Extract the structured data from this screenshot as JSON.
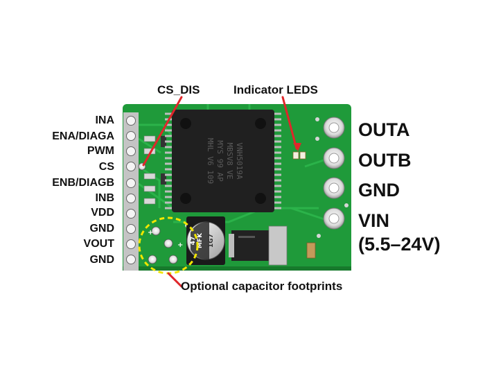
{
  "left_pins": [
    "INA",
    "ENA/DIAGA",
    "PWM",
    "CS",
    "ENB/DIAGB",
    "INB",
    "VDD",
    "GND",
    "VOUT",
    "GND"
  ],
  "right_pins": [
    "OUTA",
    "OUTB",
    "GND",
    "VIN",
    "(5.5–24V)"
  ],
  "callouts": {
    "cs_dis": "CS_DIS",
    "indicator_leds": "Indicator LEDS",
    "optional_caps": "Optional capacitor footprints"
  },
  "chip_text": {
    "driver_line1": "VNH5019A",
    "driver_line2": "MBSV8 VE",
    "driver_line3": "MYS 99 AP",
    "driver_line4": "MHL V6 109",
    "cap_line1": "47",
    "cap_line2": "MFK",
    "cap_line3": "1G7"
  },
  "colors": {
    "board": "#1f9a3a",
    "board_dark": "#177a2c",
    "trace": "#2bb34a",
    "pad": "#e8e8e8",
    "chip": "#202020",
    "callout_line": "#e0262a",
    "dashed_circle": "#f2e600",
    "text": "#111111"
  }
}
